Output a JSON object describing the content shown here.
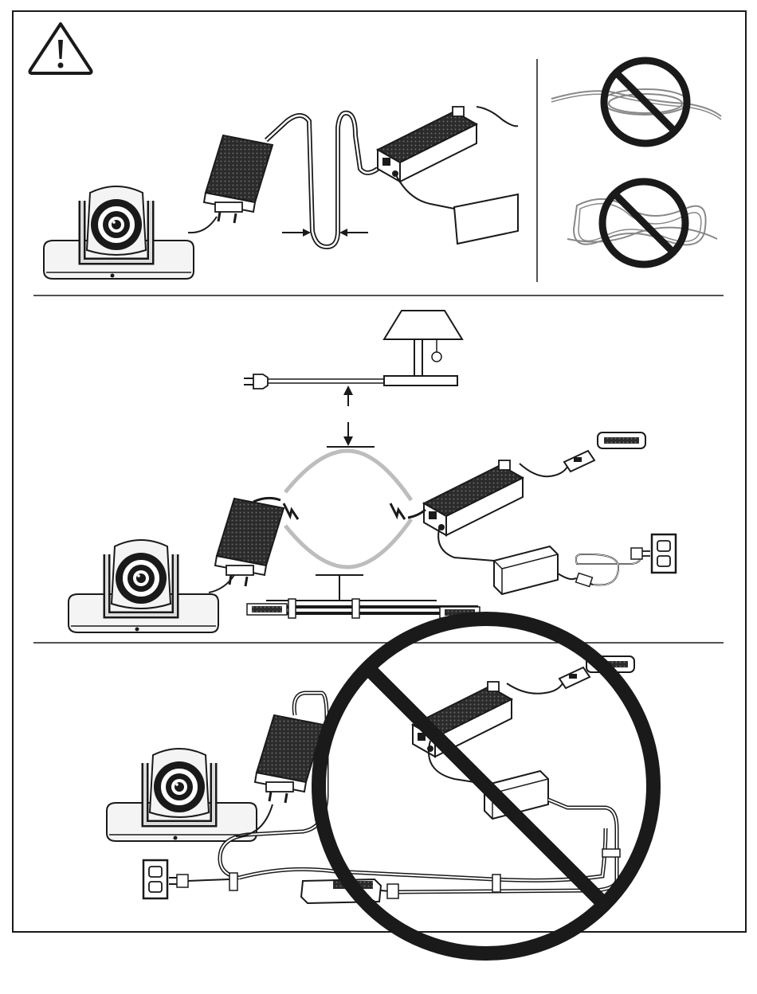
{
  "icons": {
    "warning": "warning-icon",
    "prohibited": "prohibited-icon"
  },
  "colors": {
    "ink": "#1a1a1a",
    "device": "#2b2b2b",
    "cable_light": "#bdbdbd",
    "paper": "#ffffff"
  },
  "panels": [
    {
      "name": "cable-bend-and-coil-panel"
    },
    {
      "name": "cable-routing-interference-panel"
    },
    {
      "name": "prohibited-routing-panel"
    }
  ]
}
